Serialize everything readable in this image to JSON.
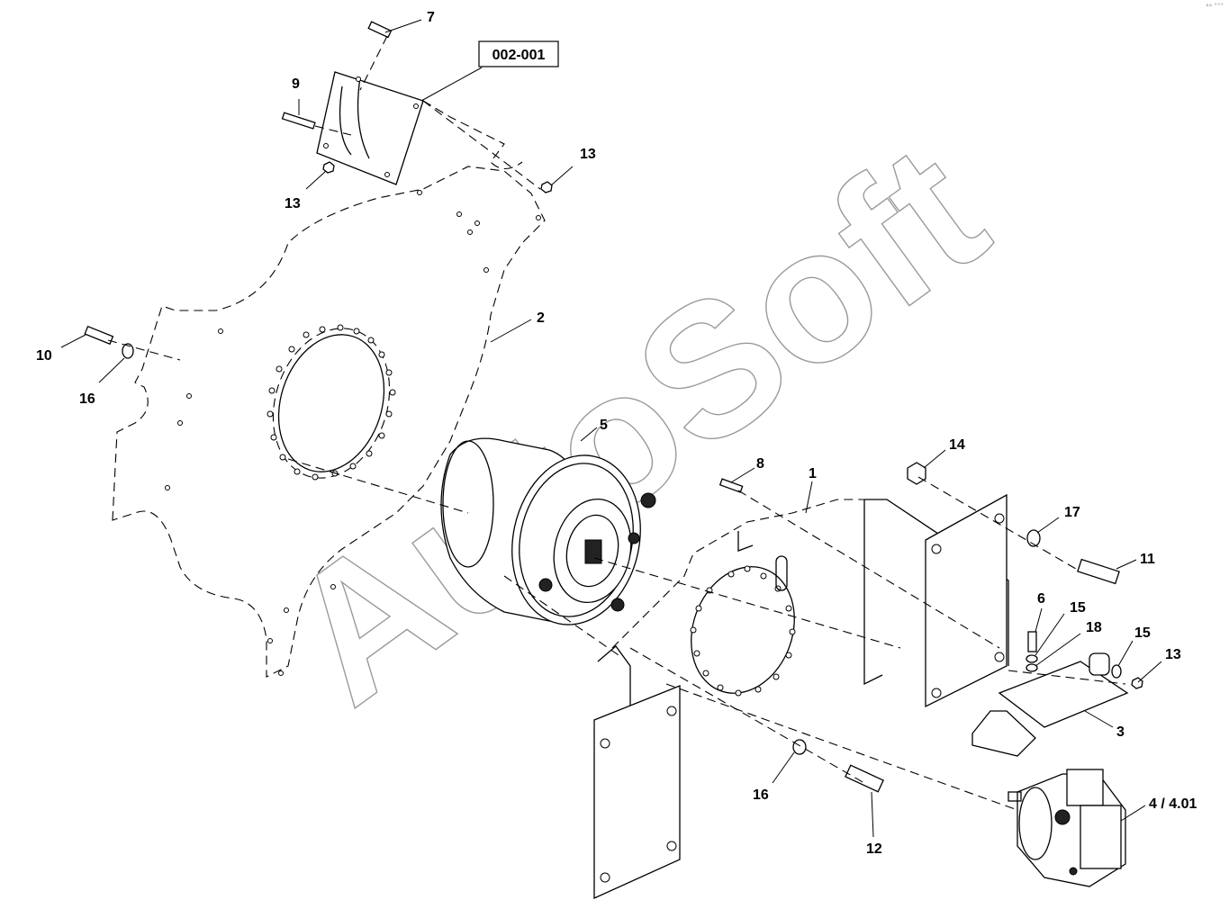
{
  "reference_box": {
    "label": "002-001"
  },
  "callouts": [
    {
      "id": "c7",
      "text": "7"
    },
    {
      "id": "c9",
      "text": "9"
    },
    {
      "id": "c13a",
      "text": "13"
    },
    {
      "id": "c13b",
      "text": "13"
    },
    {
      "id": "c2",
      "text": "2"
    },
    {
      "id": "c10",
      "text": "10"
    },
    {
      "id": "c16a",
      "text": "16"
    },
    {
      "id": "c5",
      "text": "5"
    },
    {
      "id": "c8",
      "text": "8"
    },
    {
      "id": "c1",
      "text": "1"
    },
    {
      "id": "c14",
      "text": "14"
    },
    {
      "id": "c17",
      "text": "17"
    },
    {
      "id": "c11",
      "text": "11"
    },
    {
      "id": "c6",
      "text": "6"
    },
    {
      "id": "c15a",
      "text": "15"
    },
    {
      "id": "c18",
      "text": "18"
    },
    {
      "id": "c15b",
      "text": "15"
    },
    {
      "id": "c13c",
      "text": "13"
    },
    {
      "id": "c3",
      "text": "3"
    },
    {
      "id": "c16b",
      "text": "16"
    },
    {
      "id": "c12",
      "text": "12"
    },
    {
      "id": "c4",
      "text": "4 / 4.01"
    }
  ],
  "watermark": {
    "text": "AutoSoft",
    "color": "#9a9a9a"
  },
  "corner_mark": {
    "text": "°° ˚˚˚"
  }
}
